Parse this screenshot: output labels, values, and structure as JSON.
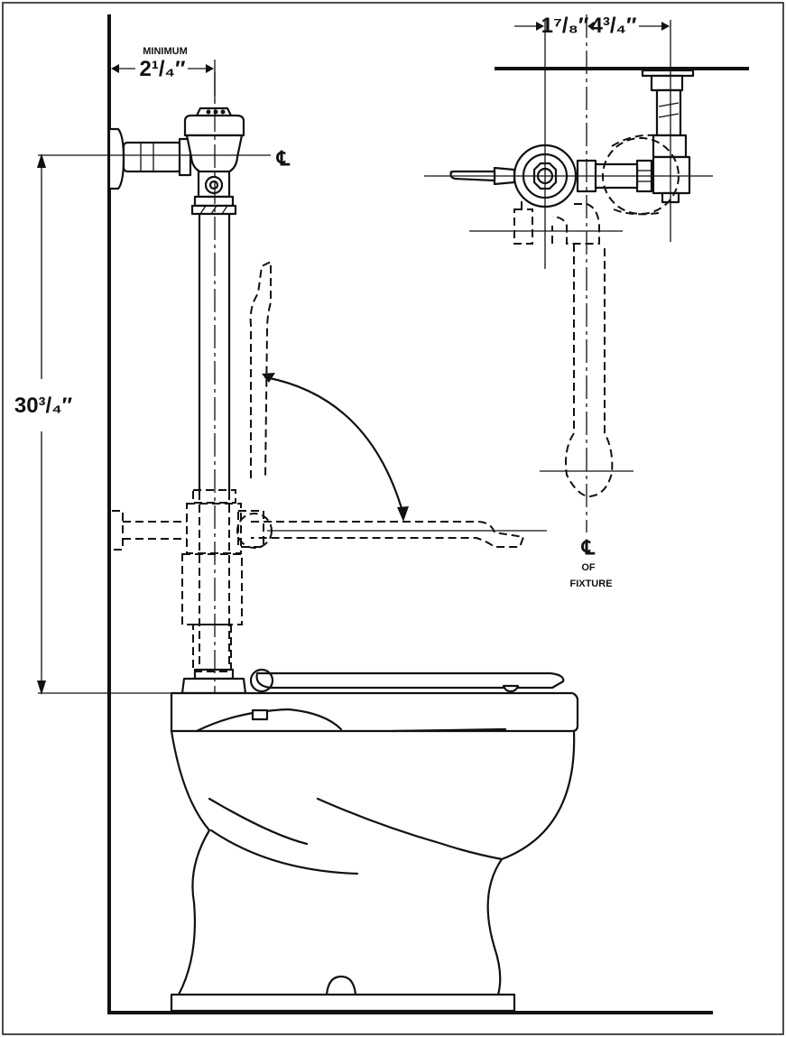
{
  "labels": {
    "minimum": "MINIMUM",
    "dim_rough_in": "2¹/₄″",
    "dim_height": "30³/₄″",
    "dim_handle_offset": "1⁷/₈″",
    "dim_supply_offset": "4³/₄″",
    "centerline_symbol": "℄",
    "of": "OF",
    "fixture": "FIXTURE"
  }
}
